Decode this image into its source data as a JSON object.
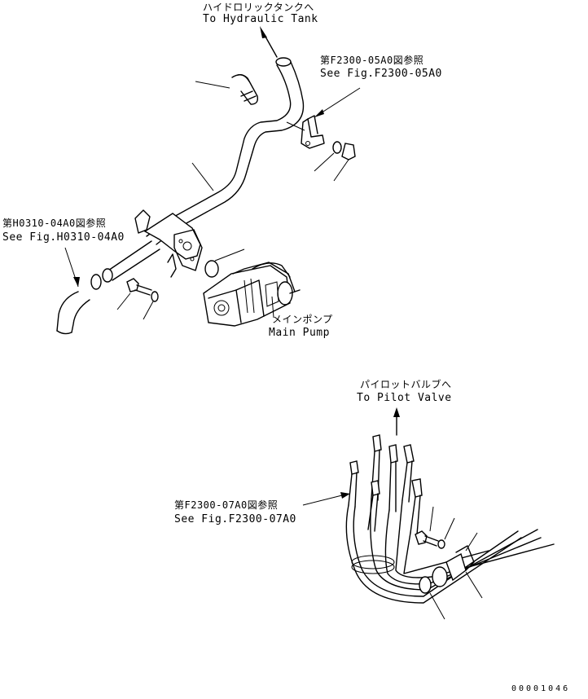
{
  "labels": {
    "tank_jp": "ハイドロリックタンクへ",
    "tank_en": "To Hydraulic Tank",
    "f2300_05_jp": "第F2300-05A0図参照",
    "f2300_05_en": "See Fig.F2300-05A0",
    "h0310_jp": "第H0310-04A0図参照",
    "h0310_en": "See Fig.H0310-04A0",
    "pump_jp": "メインポンプ",
    "pump_en": "Main Pump",
    "pilot_jp": "パイロットバルブへ",
    "pilot_en": "To Pilot Valve",
    "f2300_07_jp": "第F2300-07A0図参照",
    "f2300_07_en": "See Fig.F2300-07A0",
    "drawing_no": "00001046"
  }
}
